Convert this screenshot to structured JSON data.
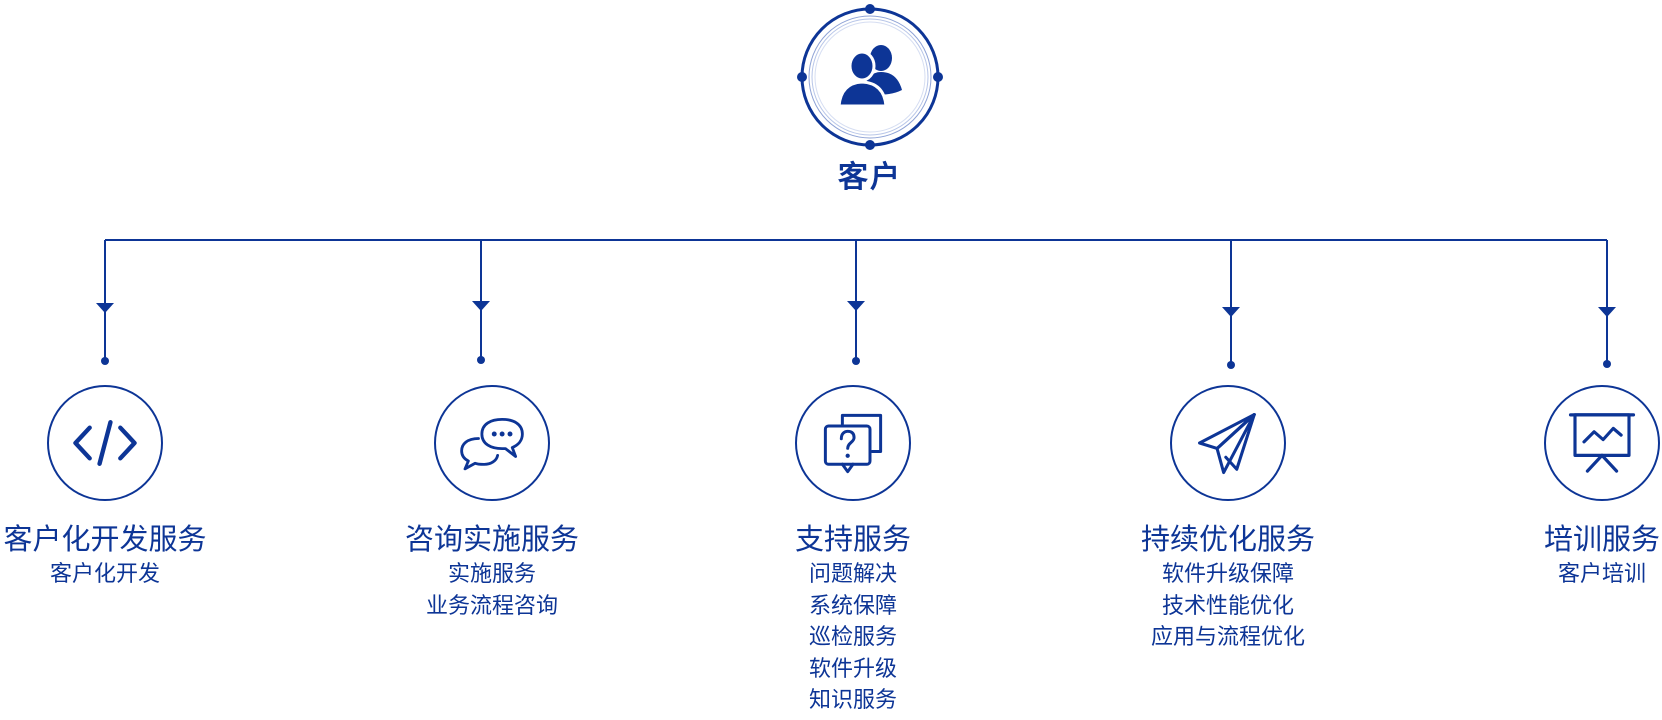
{
  "root": {
    "label": "客户",
    "icon": "users-icon"
  },
  "services": [
    {
      "id": "custom-dev",
      "title": "客户化开发服务",
      "icon": "code-icon",
      "items": [
        "客户化开发"
      ]
    },
    {
      "id": "consulting",
      "title": "咨询实施服务",
      "icon": "chat-bubbles-icon",
      "items": [
        "实施服务",
        "业务流程咨询"
      ]
    },
    {
      "id": "support",
      "title": "支持服务",
      "icon": "question-chat-icon",
      "items": [
        "问题解决",
        "系统保障",
        "巡检服务",
        "软件升级",
        "知识服务"
      ]
    },
    {
      "id": "optimization",
      "title": "持续优化服务",
      "icon": "paper-plane-icon",
      "items": [
        "软件升级保障",
        "技术性能优化",
        "应用与流程优化"
      ]
    },
    {
      "id": "training",
      "title": "培训服务",
      "icon": "presentation-board-icon",
      "items": [
        "客户培训"
      ]
    }
  ],
  "colors": {
    "primary": "#0d3596",
    "background": "#ffffff"
  }
}
